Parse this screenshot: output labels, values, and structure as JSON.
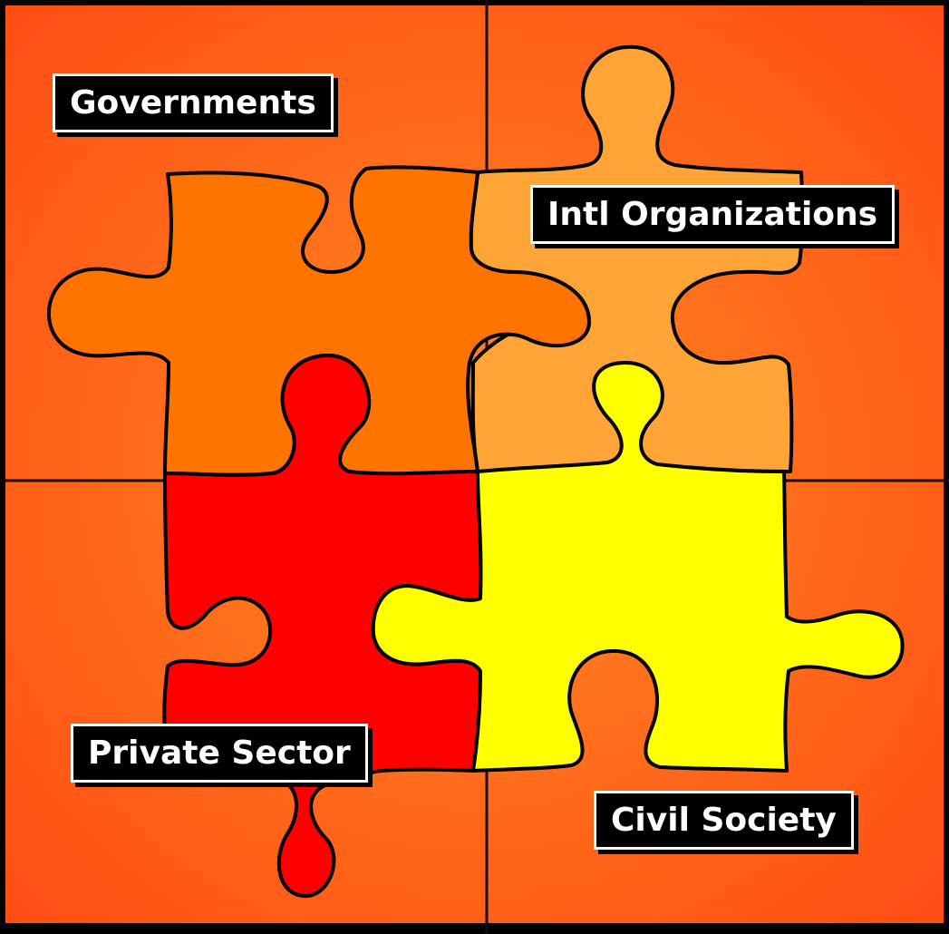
{
  "pieces": [
    {
      "key": "governments",
      "label": "Governments",
      "color": "#ff7300"
    },
    {
      "key": "intl_organizations",
      "label": "Intl Organizations",
      "color": "#ffa436"
    },
    {
      "key": "private_sector",
      "label": "Private Sector",
      "color": "#ff0000"
    },
    {
      "key": "civil_society",
      "label": "Civil Society",
      "color": "#ffff00"
    }
  ],
  "colors": {
    "background_center": "#ff8a22",
    "background_edge": "#ff4d14",
    "grid_lines": "#1a0a00",
    "outline": "#000000"
  }
}
